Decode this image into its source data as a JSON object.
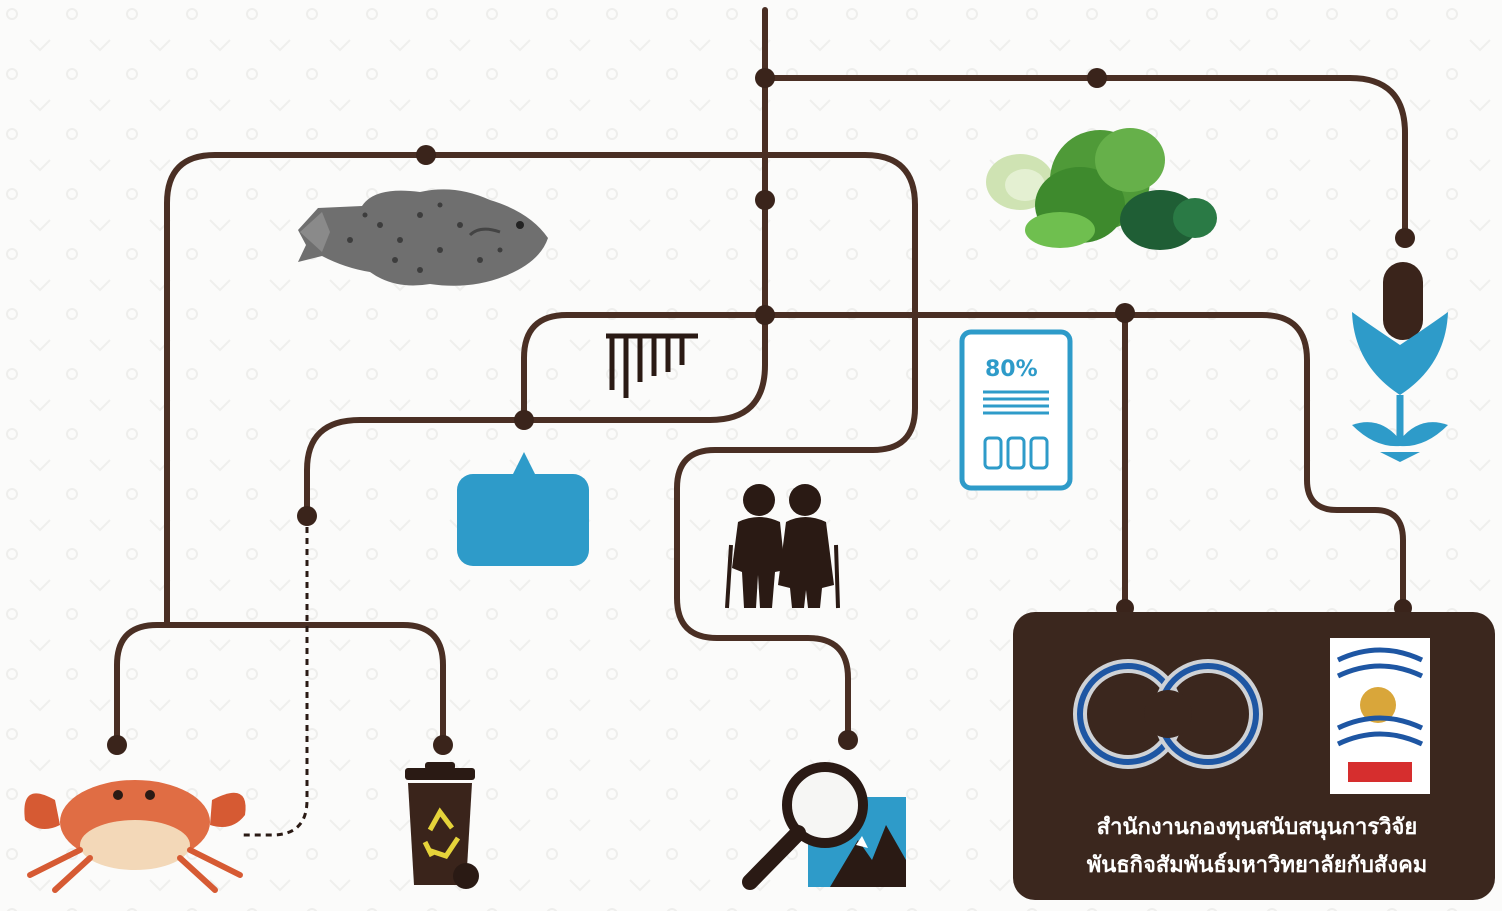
{
  "colors": {
    "line": "#4a2f24",
    "node": "#3a241b",
    "accent_blue": "#2e9bc9",
    "panel": "#3b271e"
  },
  "icons": [
    "fish-icon",
    "vegetables-icon",
    "plant-sprout-icon",
    "tally-marks-icon",
    "speech-bubble-icon",
    "document-80-percent-icon",
    "elderly-couple-icon",
    "crab-icon",
    "recycle-bin-icon",
    "magnifier-image-icon",
    "tsri-rings-logo",
    "sorc-shield-logo"
  ],
  "document": {
    "percent": "80%"
  },
  "organization": {
    "line1": "สำนักงานกองทุนสนับสนุนการวิจัย",
    "line2": "พันธกิจสัมพันธ์มหาวิทยาลัยกับสังคม"
  }
}
